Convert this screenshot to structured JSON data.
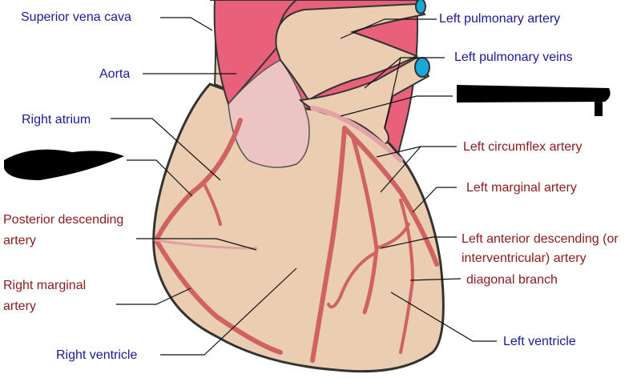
{
  "labels": {
    "superior_vena_cava": "Superior vena cava",
    "aorta": "Aorta",
    "right_atrium": "Right atrium",
    "posterior_descending_artery": "Posterior descending artery",
    "right_marginal_artery": "Right marginal artery",
    "right_ventricle": "Right ventricle",
    "left_pulmonary_artery": "Left pulmonary artery",
    "left_pulmonary_veins": "Left pulmonary veins",
    "left_circumflex_artery": "Left circumflex artery",
    "left_marginal_artery": "Left marginal artery",
    "left_anterior_descending": "Left anterior descending (or interventricular) artery",
    "diagonal_branch": "diagonal branch",
    "left_ventricle": "Left ventricle"
  },
  "colors": {
    "tissue": "#ebcdb2",
    "aorta": "#e8607a",
    "atrium_pale": "#edc4c4",
    "artery": "#d06262",
    "vein_lumen": "#19a8d8",
    "label_blue": "#1a1a9a",
    "label_red": "#8b1a1a"
  }
}
